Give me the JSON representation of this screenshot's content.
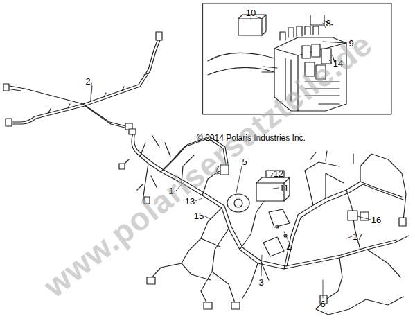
{
  "diagram": {
    "labels": [
      "2",
      "10",
      "8",
      "9",
      "14",
      "© 2014 Polaris Industries Inc.",
      "1",
      "7",
      "5",
      "12",
      "11",
      "13",
      "15",
      "16",
      "17",
      "4",
      "3",
      "6",
      "www.polarisersatzteile.de"
    ]
  }
}
